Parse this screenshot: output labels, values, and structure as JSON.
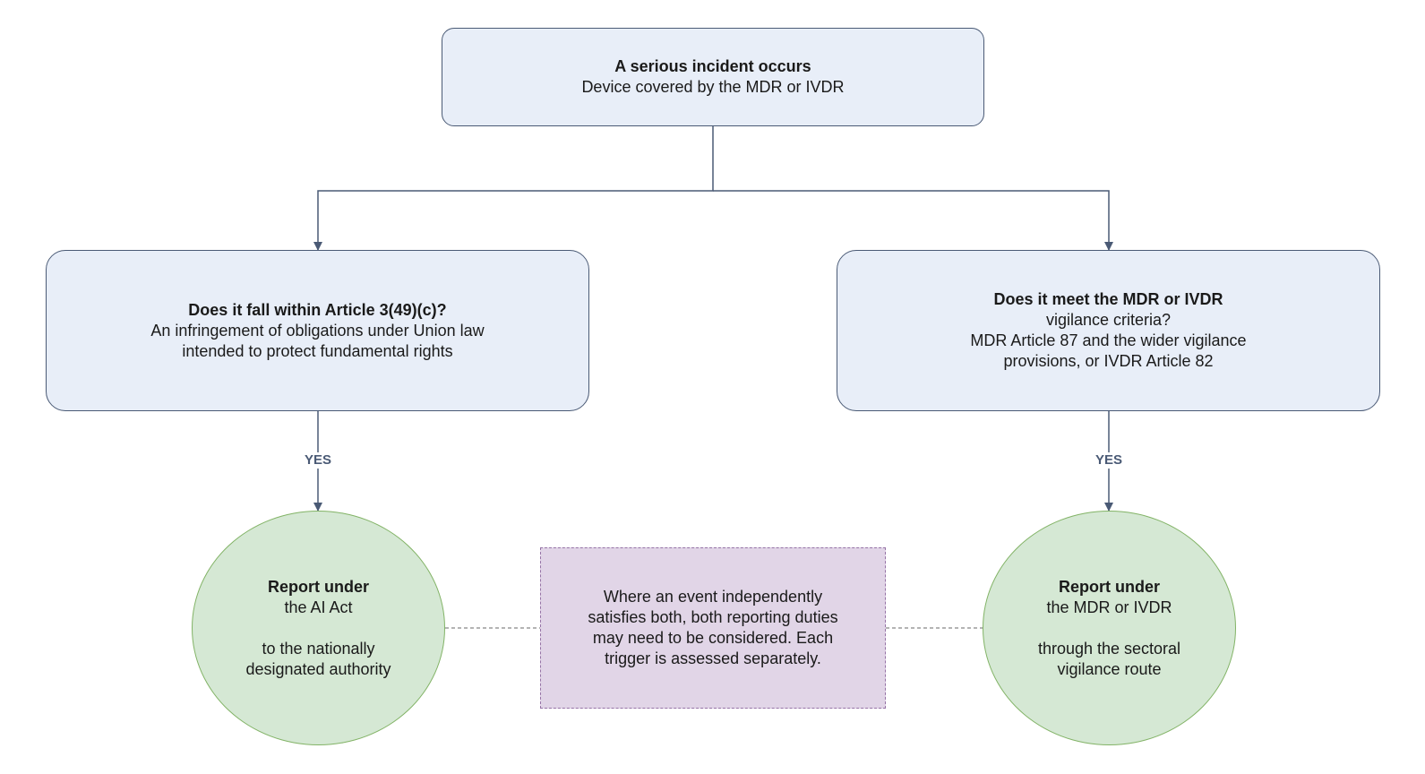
{
  "incident": {
    "title": "A serious incident occurs",
    "subtitle": "Device covered by the MDR or IVDR"
  },
  "article_question": {
    "title": "Does it fall within Article 3(49)(c)?",
    "line1": "An infringement of obligations under Union law",
    "line2": "intended to protect fundamental rights"
  },
  "vigilance_question": {
    "title": "Does it meet the MDR or IVDR",
    "line1": "vigilance criteria?",
    "line2": "MDR Article 87 and the wider vigilance",
    "line3": "provisions, or IVDR Article 82"
  },
  "edges": {
    "yes_left": "YES",
    "yes_right": "YES"
  },
  "report_ai": {
    "title": "Report under",
    "line1": "the AI Act",
    "line2": "to the nationally",
    "line3": "designated authority"
  },
  "report_mdr": {
    "title": "Report under",
    "line1": "the MDR or IVDR",
    "line2": "through the sectoral",
    "line3": "vigilance route"
  },
  "note": {
    "text": "Where an event independently satisfies both, both reporting duties may need to be considered. Each trigger is assessed separately."
  },
  "colors": {
    "box_fill": "#e8eef8",
    "box_stroke": "#4a5a75",
    "circle_fill": "#d5e8d4",
    "circle_stroke": "#82b366",
    "note_fill": "#e1d5e7",
    "note_stroke": "#9673a6"
  }
}
